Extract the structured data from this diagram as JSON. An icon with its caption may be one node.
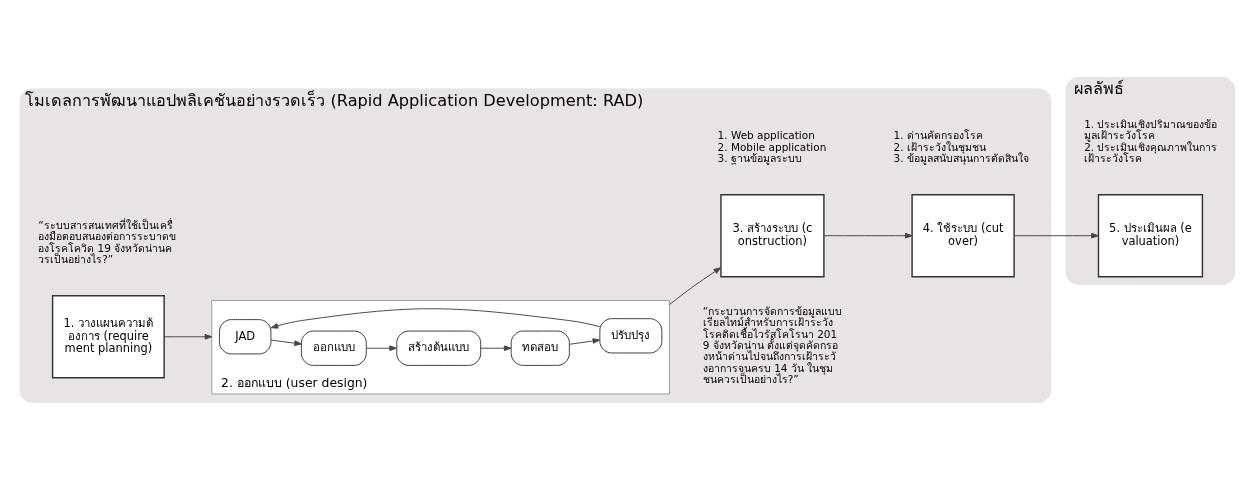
{
  "diagram": {
    "nodes": [
      {
        "text": [
          "โมเดลการพัฒนาแอปพลิเคชันอย่างรวดเร็ว (Rapid Application Development: RAD)"
        ]
      },
      {
        "text": [
          "1. วางแผนความต้องการ (requirement planning)"
        ],
        "in": 0,
        "beside": [
          "“ระบบสารสนเทศที่ใช้เป็นเครื่องมือตอบสนองต่อการระบาดของโรคโควิด 19 จังหวัดน่านควรเป็นอย่างไร?”"
        ]
      },
      {
        "text": [
          "2. ออกแบบ (user design)"
        ],
        "in": 0,
        "beside": [
          "“กระบวนการจัดการข้อมูลแบบเรียลไทม์สำหรับการเฝ้าระวังโรคติดเชื้อไวรัสโคโรนา 2019 จังหวัดน่าน ตั้งแต่จุดคัดกรองหน้าด่านไปจนถึงการเฝ้าระวังอาการจนครบ 14 วัน ในชุมชนควรเป็นอย่างไร?”"
        ]
      },
      {
        "text": [
          "JAD"
        ],
        "in": 2
      },
      {
        "text": [
          "ออกแบบ"
        ],
        "in": 2
      },
      {
        "text": [
          "สร้างต้นแบบ"
        ],
        "in": 2
      },
      {
        "text": [
          "ทดสอบ"
        ],
        "in": 2
      },
      {
        "text": [
          "ปรับปรุง"
        ],
        "in": 2
      },
      {
        "text": [
          "3. สร้างระบบ (construction)"
        ],
        "in": 0,
        "beside": [
          "1. Web application",
          "2. Mobile application",
          "3. ฐานข้อมูลระบบ"
        ]
      },
      {
        "text": [
          "4. ใช้ระบบ (cutover)"
        ],
        "in": 0,
        "beside": [
          "1. ด่านคัดกรองโรค",
          "2. เฝ้าระวังในชุมชน",
          "3. ข้อมูลสนับสนุนการตัดสินใจ"
        ]
      },
      {
        "text": [
          "ผลลัพธ์"
        ]
      },
      {
        "text": [
          "5. ประเมินผล (evaluation)"
        ],
        "in": 10,
        "beside": [
          "1. ประเมินเชิงปริมาณของข้อมูลเฝ้าระวังโรค",
          "2. ประเมินเชิงคุณภาพในการเฝ้าระวังโรค"
        ]
      }
    ],
    "edges": [
      {
        "from": 1,
        "to": 2,
        "arrow": "to"
      },
      {
        "from": 3,
        "to": 4,
        "arrow": "to"
      },
      {
        "from": 4,
        "to": 5,
        "arrow": "to"
      },
      {
        "from": 5,
        "to": 6,
        "arrow": "to"
      },
      {
        "from": 6,
        "to": 7,
        "arrow": "to"
      },
      {
        "from": 7,
        "to": 3,
        "arrow": "to"
      },
      {
        "from": 2,
        "to": 8,
        "arrow": "to"
      },
      {
        "from": 8,
        "to": 9,
        "arrow": "to"
      },
      {
        "from": 9,
        "to": 11,
        "arrow": "to"
      }
    ]
  }
}
